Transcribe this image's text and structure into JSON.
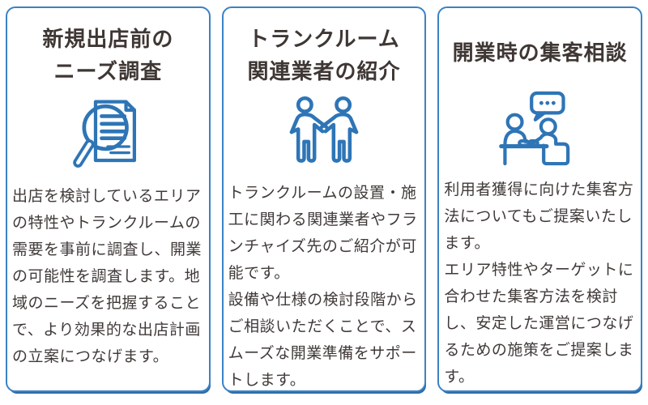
{
  "colors": {
    "card_border": "#3b82c4",
    "card_border_shadow": "#2d6da8",
    "icon_blue": "#2e75b6",
    "title_text": "#3f3734",
    "body_text": "#403a38",
    "background": "#ffffff"
  },
  "cards": [
    {
      "title": "新規出店前の\nニーズ調査",
      "icon": "document-magnifier-icon",
      "paragraphs": [
        "出店を検討しているエリアの特性やトランクルームの需要を事前に調査し、開業の可能性を調査します。地域のニーズを把握することで、より効果的な出店計画の立案につなげます。"
      ]
    },
    {
      "title": "トランクルーム\n関連業者の紹介",
      "icon": "handshake-icon",
      "paragraphs": [
        "トランクルームの設置・施工に関わる関連業者やフランチャイズ先のご紹介が可能です。",
        "設備や仕様の検討段階からご相談いただくことで、スムーズな開業準備をサポートします。"
      ]
    },
    {
      "title": "開業時の集客相談",
      "icon": "consultation-icon",
      "paragraphs": [
        "利用者獲得に向けた集客方法についてもご提案いたします。",
        "エリア特性やターゲットに合わせた集客方法を検討し、安定した運営につなげるための施策をご提案します。"
      ]
    }
  ]
}
